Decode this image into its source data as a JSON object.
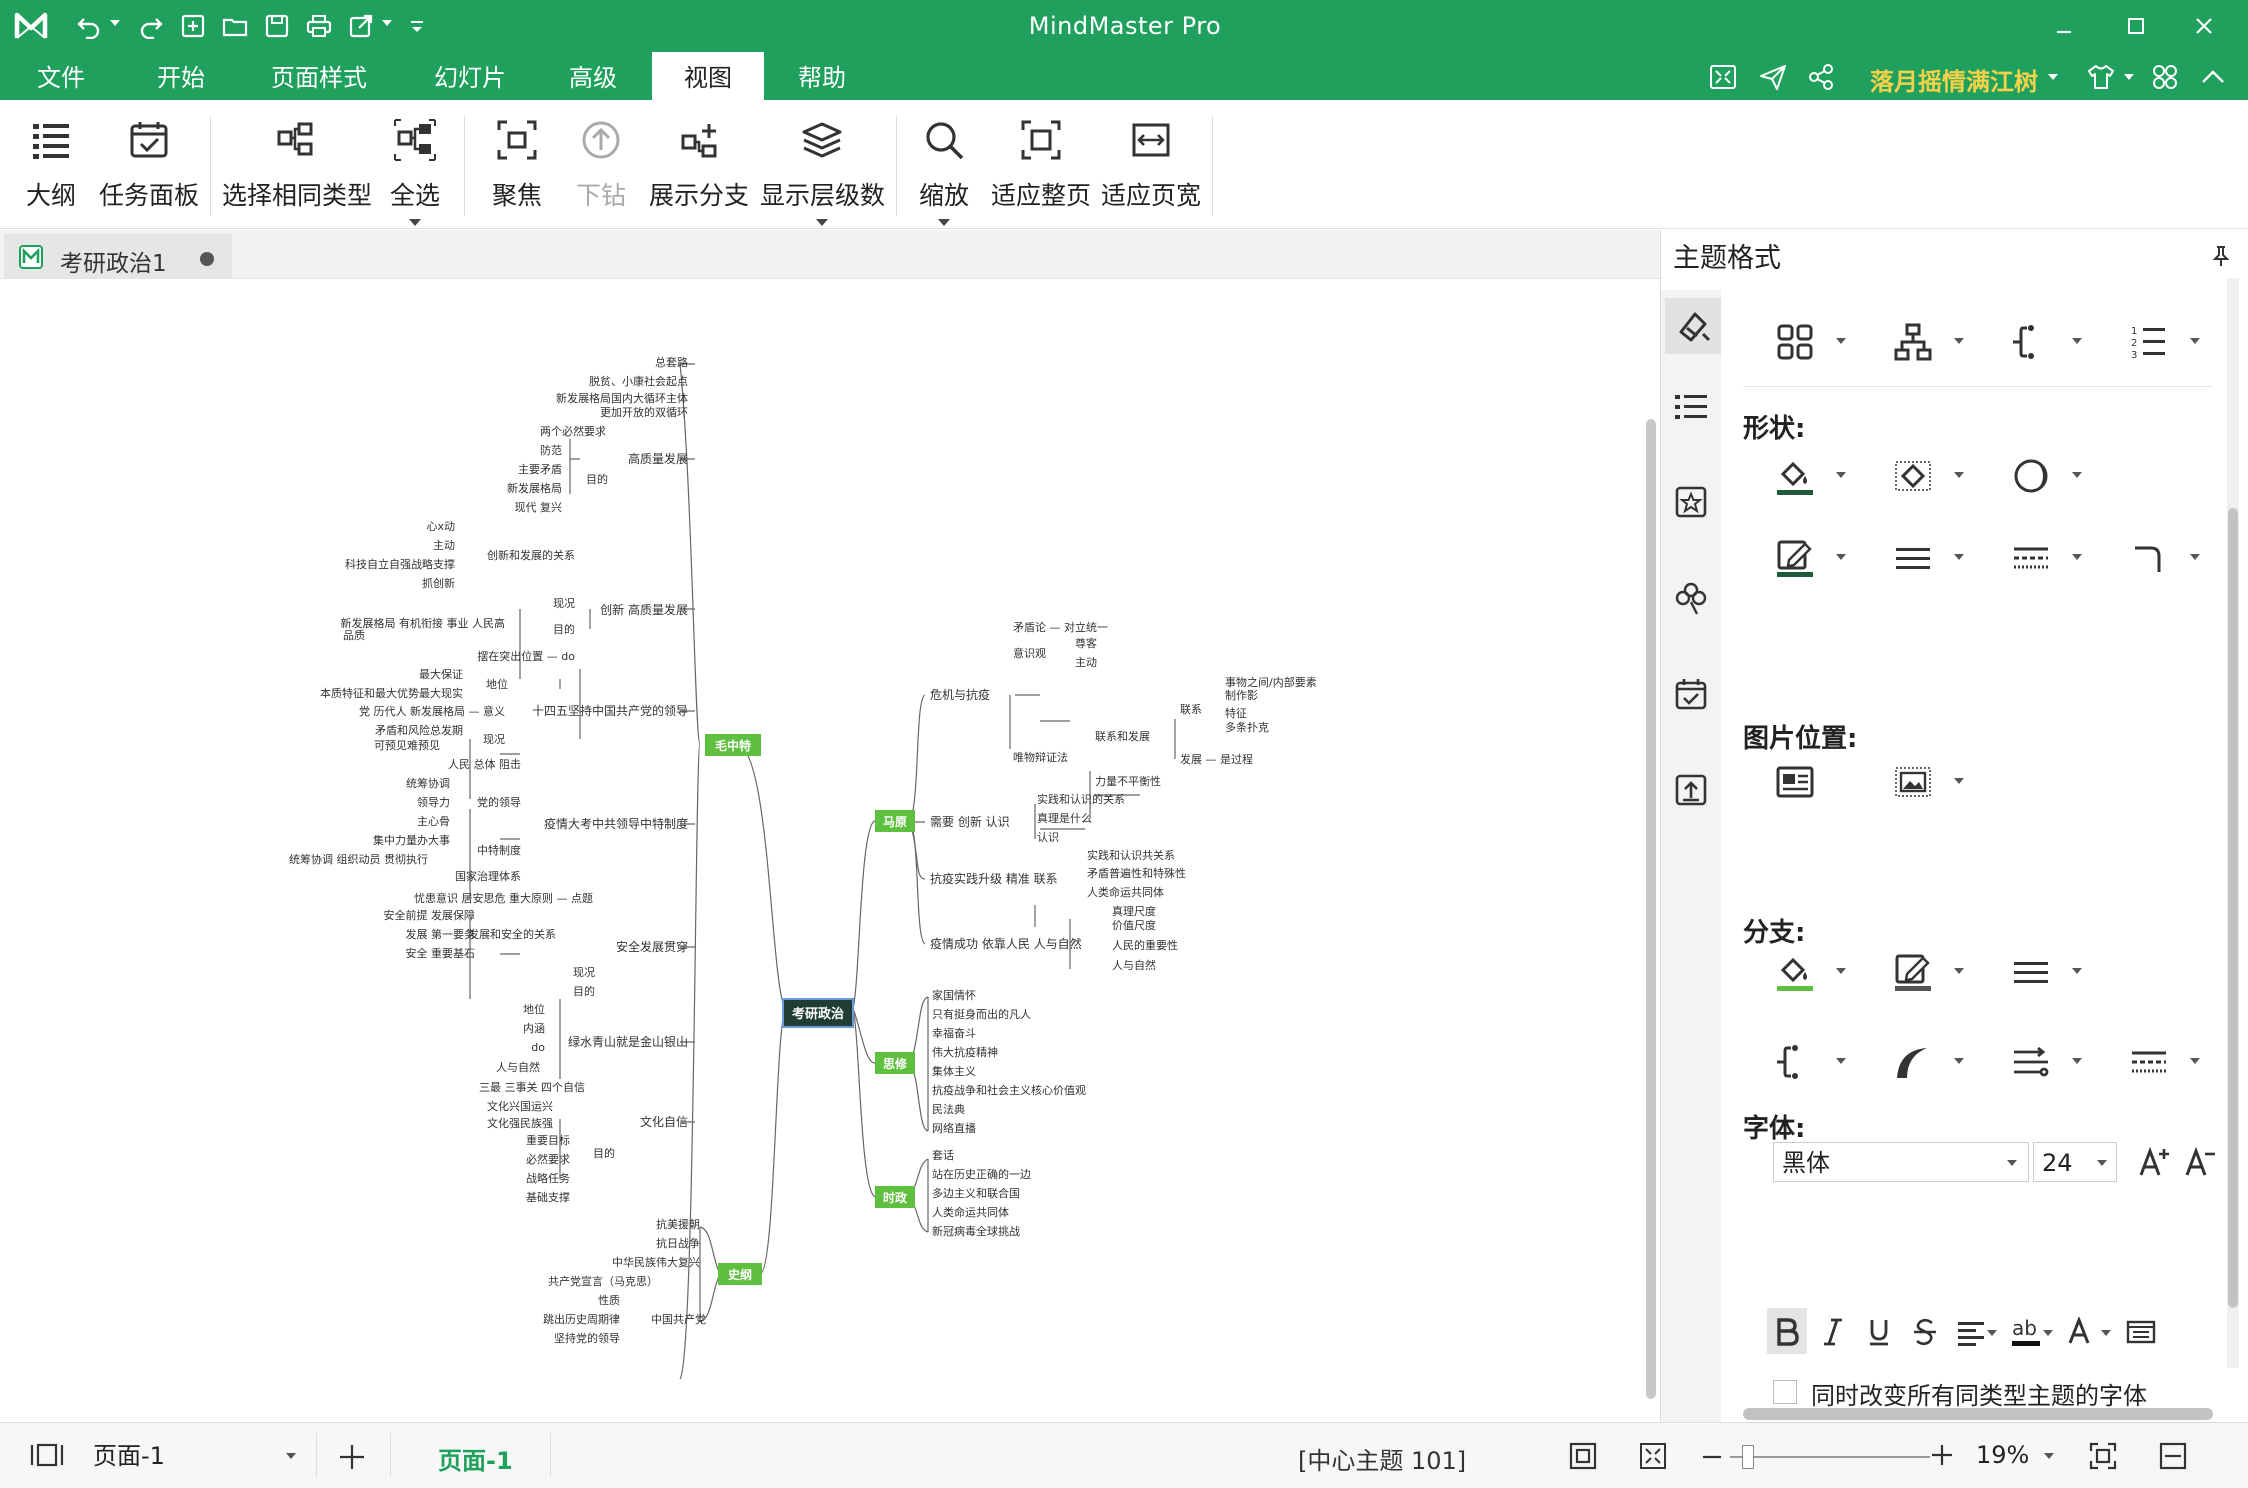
{
  "colors": {
    "brand": "#1fa05d",
    "node_green": "#5fbf3f",
    "central_node": "#1f3d35",
    "user_name": "#f5d24a"
  },
  "app": {
    "title": "MindMaster Pro",
    "logo": "mindmaster-logo-icon"
  },
  "quick_access": [
    "undo-icon",
    "redo-icon",
    "new-icon",
    "open-icon",
    "save-icon",
    "print-icon",
    "export-icon",
    "customize-icon"
  ],
  "menu": {
    "items": [
      "文件",
      "开始",
      "页面样式",
      "幻灯片",
      "高级",
      "视图",
      "帮助"
    ],
    "active": "视图",
    "user_name": "落月摇情满江树"
  },
  "ribbon": {
    "outline": "大纲",
    "task_panel": "任务面板",
    "select_same_type": "选择相同类型",
    "select_all": "全选",
    "focus": "聚焦",
    "drill_down": "下钻",
    "expand_branch": "展示分支",
    "show_levels": "显示层级数",
    "zoom": "缩放",
    "fit_page": "适应整页",
    "fit_width": "适应页宽"
  },
  "document": {
    "tab_title": "考研政治1"
  },
  "panel": {
    "title": "主题格式",
    "sections": {
      "shape": "形状:",
      "image_position": "图片位置:",
      "branch": "分支:",
      "font": "字体:"
    },
    "font": {
      "family": "黑体",
      "size": "24",
      "apply_all_label": "同时改变所有同类型主题的字体"
    }
  },
  "status": {
    "page_select": "页面-1",
    "page_tab": "页面-1",
    "selection_info": "[中心主题 101]",
    "zoom": "19%"
  },
  "mindmap": {
    "central": "考研政治",
    "main_branches": [
      {
        "id": "mao",
        "label": "毛中特"
      },
      {
        "id": "ma",
        "label": "马原"
      },
      {
        "id": "si",
        "label": "思修"
      },
      {
        "id": "shi",
        "label": "时政"
      },
      {
        "id": "shigang",
        "label": "史纲"
      }
    ],
    "mao_sub": [
      "高质量发展",
      "创新 高质量发展",
      "十四五坚持中国共产党的领导",
      "疫情大考中共领导中特制度",
      "安全发展贯穿",
      "绿水青山就是金山银山",
      "文化自信"
    ],
    "mao_leaves": [
      "总套路",
      "脱贫、小康社会起点",
      "新发展格局国内大循环主体",
      "更加开放的双循环",
      "两个必然要求",
      "防范",
      "主要矛盾",
      "新发展格局",
      "现代 复兴",
      "目的",
      "心x动",
      "主动",
      "科技自立自强战略支撑",
      "抓创新",
      "创新和发展的关系",
      "现况",
      "新发展格局 有机衔接 事业 人民高",
      "品质",
      "目的",
      "摆在突出位置 — do",
      "最大保证",
      "本质特征和最大优势最大现实",
      "地位",
      "党 历代人 新发展格局 — 意义",
      "矛盾和风险总发期",
      "可预见难预见",
      "现况",
      "人民 总体 阻击",
      "统筹协调",
      "领导力",
      "党的领导",
      "主心骨",
      "集中力量办大事",
      "统筹协调 组织动员 贯彻执行",
      "中特制度",
      "国家治理体系",
      "忧患意识 居安思危 重大原则 — 点题",
      "安全前提 发展保障",
      "发展 第一要务",
      "发展和安全的关系",
      "安全 重要基石",
      "现况",
      "目的",
      "地位",
      "内涵",
      "do",
      "人与自然",
      "三最 三事关 四个自信",
      "文化兴国运兴",
      "文化强民族强",
      "重要目标",
      "必然要求",
      "战略任务",
      "基础支撑",
      "目的"
    ],
    "ma_sub": [
      "危机与抗疫",
      "需要 创新 认识",
      "抗疫实践升级 精准 联系",
      "疫情成功 依靠人民 人与自然"
    ],
    "ma_leaves": [
      "矛盾论 — 对立统一",
      "尊客",
      "意识观",
      "主动",
      "事物之间/内部要素",
      "制作影",
      "联系",
      "特征",
      "多条扑克",
      "联系和发展",
      "唯物辩证法",
      "发展 — 是过程",
      "力量不平衡性",
      "实践和认识的关系",
      "真理是什么",
      "认识",
      "实践和认识共关系",
      "矛盾普遍性和特殊性",
      "人类命运共同体",
      "真理尺度",
      "价值尺度",
      "人民的重要性",
      "人与自然"
    ],
    "si_leaves": [
      "家国情怀",
      "只有挺身而出的凡人",
      "幸福奋斗",
      "伟大抗疫精神",
      "集体主义",
      "抗疫战争和社会主义核心价值观",
      "民法典",
      "网络直播"
    ],
    "shi_leaves": [
      "套话",
      "站在历史正确的一边",
      "多边主义和联合国",
      "人类命运共同体",
      "新冠病毒全球挑战"
    ],
    "shigang_leaves": [
      "抗美援朝",
      "抗日战争",
      "中华民族伟大复兴",
      "共产党宣言（马克思）",
      "性质",
      "跳出历史周期律",
      "坚持党的领导",
      "中国共产党"
    ]
  }
}
